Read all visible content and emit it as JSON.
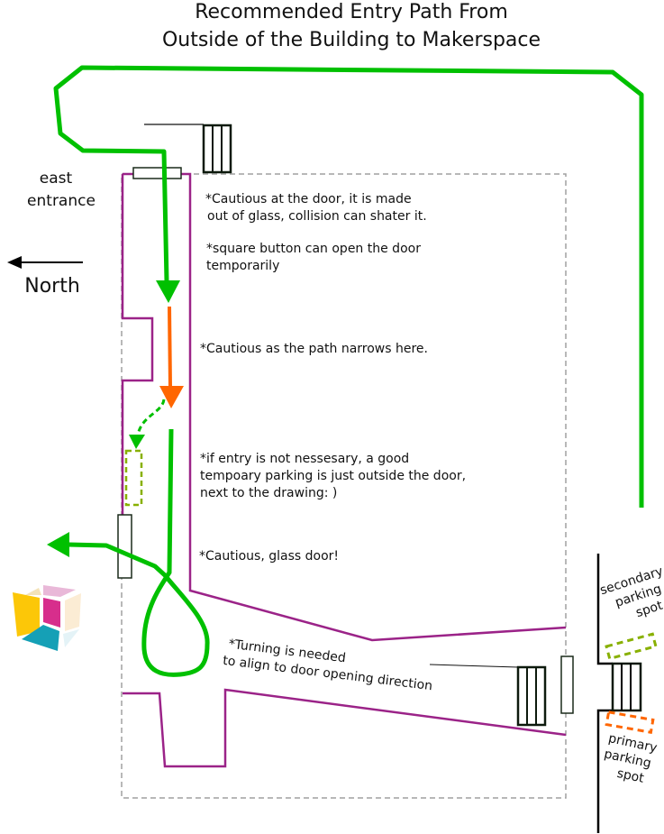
{
  "title": {
    "line1": "Recommended Entry Path From",
    "line2": "Outside of the Building to Makerspace"
  },
  "labels": {
    "east_entrance_1": "east",
    "east_entrance_2": "entrance",
    "north": "North"
  },
  "notes": {
    "glass_door_1": "*Cautious at the door, it is made",
    "glass_door_2": "out of glass, collision can shater it.",
    "button_1": "*square button can open the door",
    "button_2": "temporarily",
    "narrows": "*Cautious as the path narrows here.",
    "parking_1": "*if entry is not nessesary, a good",
    "parking_2": "tempoary parking is just outside the door,",
    "parking_3": "next to the drawing: )",
    "glass_door2": "*Cautious, glass door!",
    "turning_1": "*Turning is needed",
    "turning_2": "to align to door opening direction"
  },
  "parking": {
    "secondary": [
      "secondary",
      "parking",
      "spot"
    ],
    "primary": [
      "primary",
      "parking",
      "spot"
    ]
  },
  "colors": {
    "path": "#00c000",
    "narrow_path": "#ff6600",
    "wall": "#9b2388",
    "secondary": "#88b000",
    "primary": "#ff6600"
  }
}
